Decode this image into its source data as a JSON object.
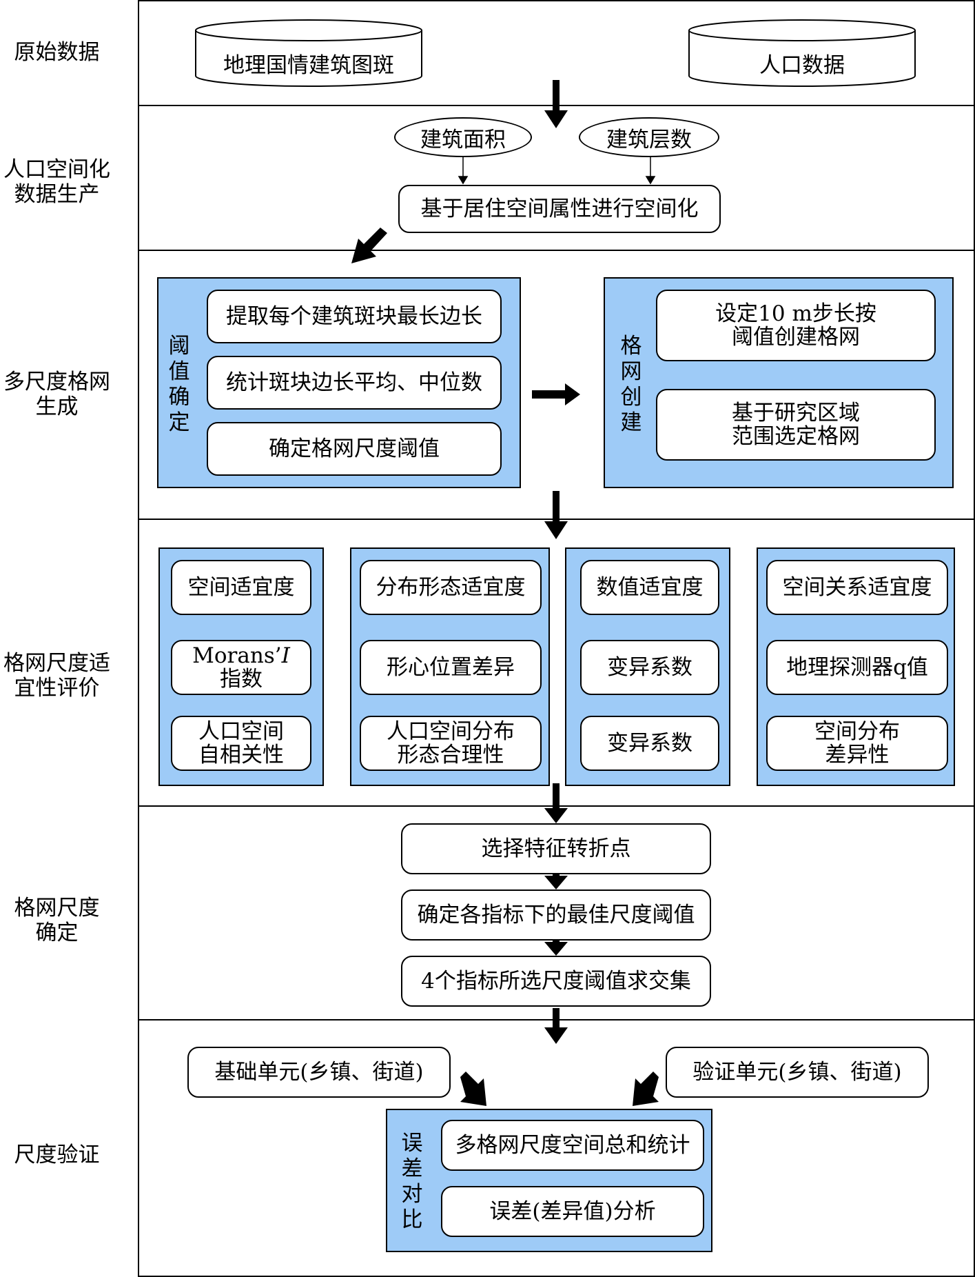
{
  "stages": {
    "s1": "原始数据",
    "s2_line1": "人口空间化",
    "s2_line2": "数据生产",
    "s3_line1": "多尺度格网",
    "s3_line2": "生成",
    "s4_line1": "格网尺度适",
    "s4_line2": "宜性评价",
    "s5_line1": "格网尺度",
    "s5_line2": "确定",
    "s6": "尺度验证"
  },
  "raw": {
    "building_db": "地理国情建筑图斑",
    "population_db": "人口数据"
  },
  "spatialization": {
    "area": "建筑面积",
    "floors": "建筑层数",
    "process": "基于居住空间属性进行空间化"
  },
  "grid_gen": {
    "threshold_label": [
      "阈",
      "值",
      "确",
      "定"
    ],
    "steps": [
      "提取每个建筑斑块最长边长",
      "统计斑块边长平均、中位数",
      "确定格网尺度阈值"
    ],
    "create_label": [
      "格",
      "网",
      "创",
      "建"
    ],
    "create1_line1": "设定10 m步长按",
    "create1_line2": "阈值创建格网",
    "create2_line1": "基于研究区域",
    "create2_line2": "范围选定格网"
  },
  "evaluation": {
    "col1": {
      "title": "空间适宜度",
      "metric_a": "Morans’",
      "metric_i": "I",
      "metric_b": "指数",
      "target_l1": "人口空间",
      "target_l2": "自相关性"
    },
    "col2": {
      "title": "分布形态适宜度",
      "metric": "形心位置差异",
      "target_l1": "人口空间分布",
      "target_l2": "形态合理性"
    },
    "col3": {
      "title": "数值适宜度",
      "metric": "变异系数",
      "target": "变异系数"
    },
    "col4": {
      "title": "空间关系适宜度",
      "metric": "地理探测器q值",
      "target_l1": "空间分布",
      "target_l2": "差异性"
    }
  },
  "determine": {
    "step1": "选择特征转折点",
    "step2": "确定各指标下的最佳尺度阈值",
    "step3": "4个指标所选尺度阈值求交集"
  },
  "validation": {
    "base": "基础单元(乡镇、街道)",
    "verify": "验证单元(乡镇、街道)",
    "error_label": [
      "误",
      "差",
      "对",
      "比"
    ],
    "stat": "多格网尺度空间总和统计",
    "analysis": "误差(差异值)分析"
  },
  "colors": {
    "panel": "#9ecbf7",
    "line": "#000000",
    "box": "#ffffff"
  }
}
